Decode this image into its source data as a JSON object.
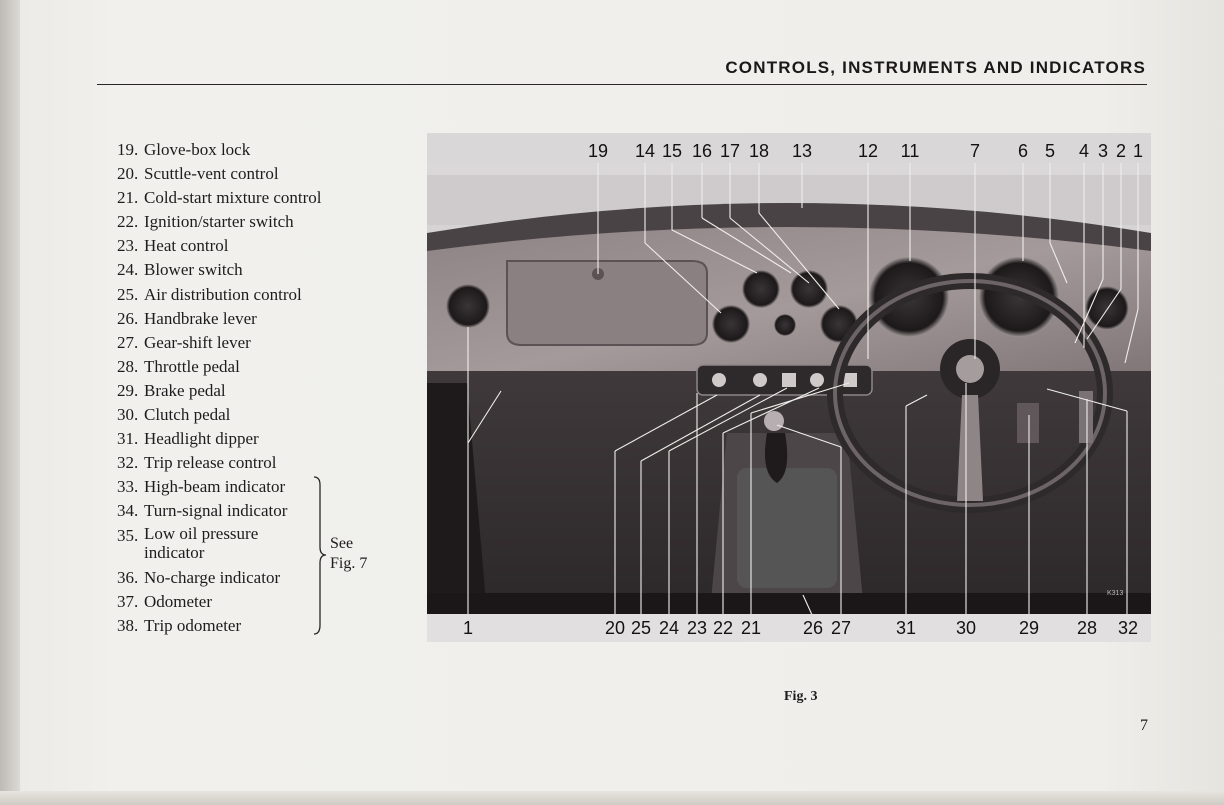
{
  "header": {
    "title": "CONTROLS, INSTRUMENTS AND INDICATORS"
  },
  "legend": [
    {
      "num": "19",
      "label": "Glove-box lock"
    },
    {
      "num": "20",
      "label": "Scuttle-vent control"
    },
    {
      "num": "21",
      "label": "Cold-start mixture control"
    },
    {
      "num": "22",
      "label": "Ignition/starter switch"
    },
    {
      "num": "23",
      "label": "Heat control"
    },
    {
      "num": "24",
      "label": "Blower switch"
    },
    {
      "num": "25",
      "label": "Air distribution control"
    },
    {
      "num": "26",
      "label": "Handbrake lever"
    },
    {
      "num": "27",
      "label": "Gear-shift lever"
    },
    {
      "num": "28",
      "label": "Throttle pedal"
    },
    {
      "num": "29",
      "label": "Brake pedal"
    },
    {
      "num": "30",
      "label": "Clutch pedal"
    },
    {
      "num": "31",
      "label": "Headlight dipper"
    },
    {
      "num": "32",
      "label": "Trip release control"
    },
    {
      "num": "33",
      "label": "High-beam indicator"
    },
    {
      "num": "34",
      "label": "Turn-signal indicator"
    },
    {
      "num": "35",
      "label": "Low oil pressure indicator"
    },
    {
      "num": "36",
      "label": "No-charge indicator"
    },
    {
      "num": "37",
      "label": "Odometer"
    },
    {
      "num": "38",
      "label": "Trip odometer"
    }
  ],
  "see_ref": {
    "line1": "See",
    "line2": "Fig. 7"
  },
  "figure": {
    "top_callouts": [
      "19",
      "14",
      "15",
      "16",
      "17",
      "18",
      "13",
      "12",
      "11",
      "7",
      "6",
      "5",
      "4",
      "3",
      "2",
      "1"
    ],
    "bottom_callouts": [
      "1",
      "20",
      "25",
      "24",
      "23",
      "22",
      "21",
      "26",
      "27",
      "31",
      "30",
      "29",
      "28",
      "32"
    ],
    "plate_code": "K313",
    "caption": "Fig. 3"
  },
  "page_number": "7",
  "colors": {
    "paper": "#efeeea",
    "ink": "#1f1c1d",
    "photo_dark": "#3a3436"
  }
}
